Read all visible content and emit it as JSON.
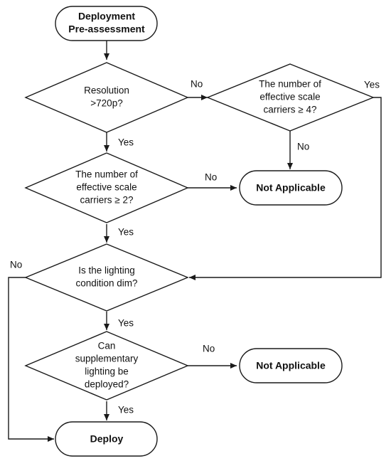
{
  "flowchart": {
    "start": {
      "lines": [
        "Deployment",
        "Pre-assessment"
      ]
    },
    "decision_resolution": {
      "lines": [
        "Resolution",
        ">720p?"
      ]
    },
    "decision_carriers_4": {
      "lines": [
        "The number of",
        "effective scale",
        "carriers ≥ 4?"
      ]
    },
    "decision_carriers_2": {
      "lines": [
        "The number of",
        "effective scale",
        "carriers ≥ 2?"
      ]
    },
    "end_not_applicable_1": {
      "label": "Not Applicable"
    },
    "decision_lighting": {
      "lines": [
        "Is the lighting",
        "condition dim?"
      ]
    },
    "decision_supplementary": {
      "lines": [
        "Can",
        "supplementary",
        "lighting be",
        "deployed?"
      ]
    },
    "end_not_applicable_2": {
      "label": "Not Applicable"
    },
    "end_deploy": {
      "label": "Deploy"
    },
    "edge_labels": {
      "resolution_no": "No",
      "resolution_yes": "Yes",
      "carriers4_yes": "Yes",
      "carriers4_no": "No",
      "carriers2_no": "No",
      "carriers2_yes": "Yes",
      "lighting_no": "No",
      "lighting_yes": "Yes",
      "supplementary_no": "No",
      "supplementary_yes": "Yes"
    }
  }
}
